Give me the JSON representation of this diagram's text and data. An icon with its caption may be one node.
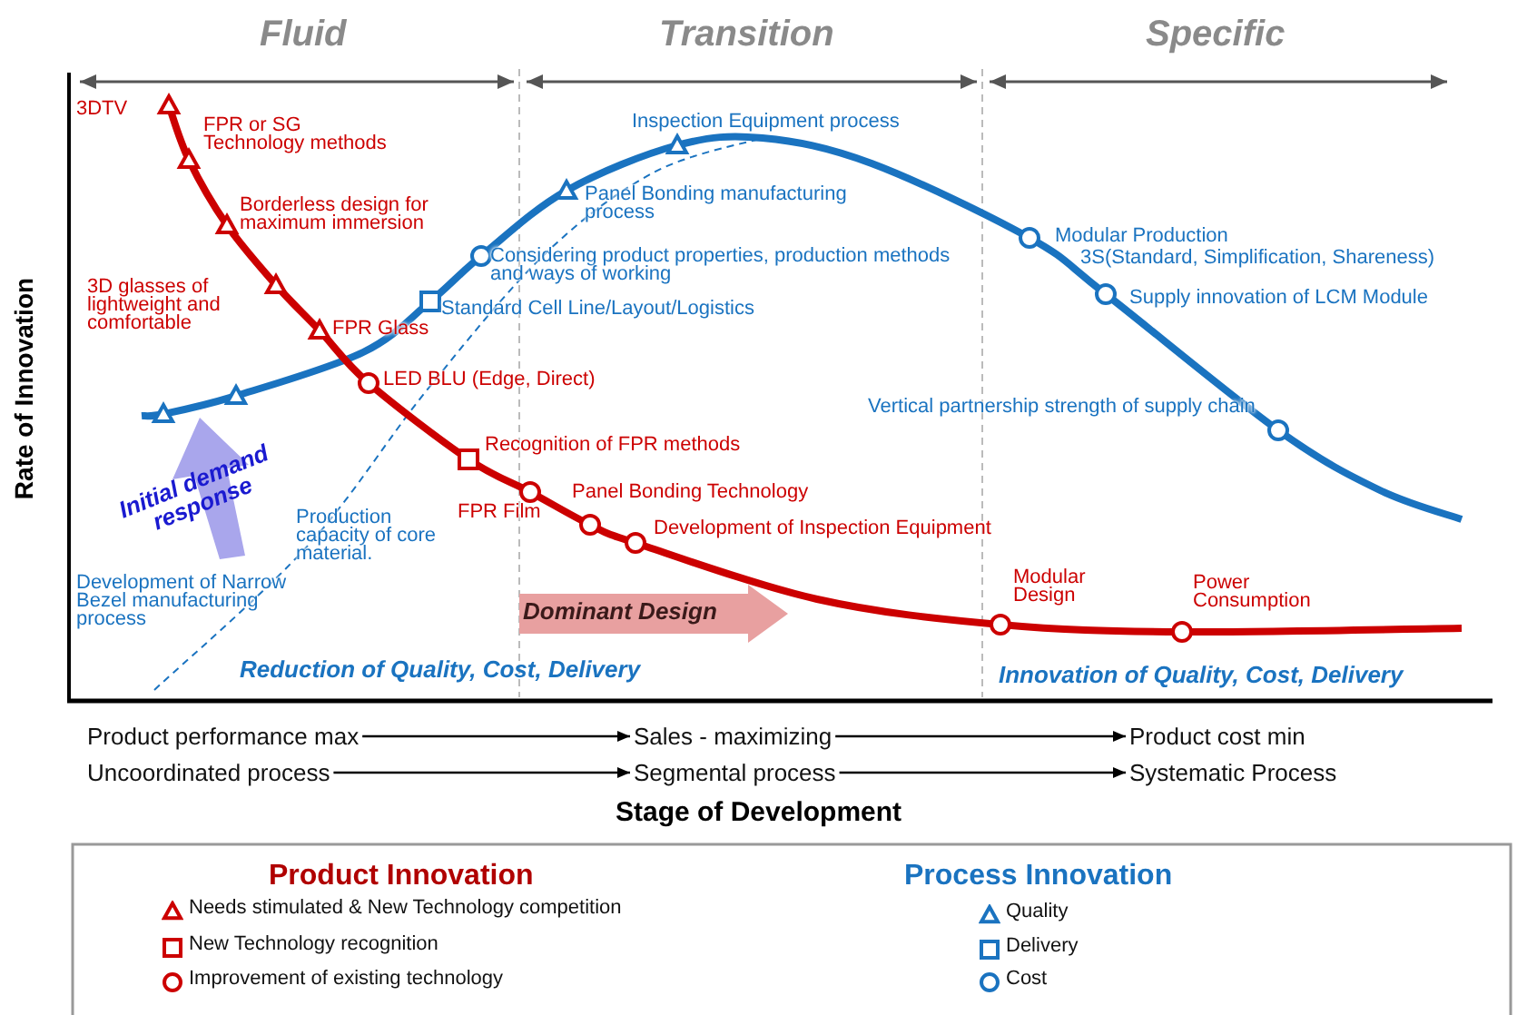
{
  "diagram": {
    "nodes": [
      {
        "text": [
          "Initial demand response"
        ]
      },
      {
        "text": [
          "Dominant Design"
        ]
      },
      {
        "text": [
          "Product performance max"
        ]
      },
      {
        "text": [
          "Sales - maximizing"
        ]
      },
      {
        "text": [
          "Product cost min"
        ]
      },
      {
        "text": [
          "Uncoordinated process"
        ]
      },
      {
        "text": [
          "Segmental process"
        ]
      },
      {
        "text": [
          "Systematic Process"
        ]
      }
    ],
    "edges": [
      {
        "from": 2,
        "to": 3,
        "arrow": "to"
      },
      {
        "from": 3,
        "to": 4,
        "arrow": "to"
      },
      {
        "from": 5,
        "to": 6,
        "arrow": "to"
      },
      {
        "from": 6,
        "to": 7,
        "arrow": "to"
      }
    ],
    "labels": [
      "Fluid",
      "Transition",
      "Specific",
      "3DTV",
      "FPR or SG Technology methods",
      "Inspection Equipment process",
      "Borderless design for maximum immersion",
      "Panel Bonding manufacturing process",
      "Modular Production",
      "3S(Standard, Simplification, Shareness)",
      "Considering product properties, production methods and ways of working",
      "3D glasses of lightweight and comfortable",
      "Supply innovation of LCM Module",
      "Standard Cell Line/Layout/Logistics",
      "FPR Glass",
      "LED BLU (Edge, Direct)",
      "Vertical partnership strength of supply chain",
      "Recognition of FPR methods",
      "Panel Bonding Technology",
      "FPR Film",
      "Production capacity of core material.",
      "Development of Inspection Equipment",
      "Development of Narrow Bezel manufacturing process",
      "Modular Design",
      "Power Consumption",
      "Reduction of Quality, Cost, Delivery",
      "Innovation of Quality, Cost, Delivery",
      "Rate of Innovation",
      "Stage of Development",
      "Product Innovation",
      "Process Innovation"
    ],
    "legend": [
      {
        "text": "Needs stimulated  & New Technology competition"
      },
      {
        "text": "New Technology recognition"
      },
      {
        "text": "Improvement of existing technology"
      },
      {
        "text": "Quality"
      },
      {
        "text": "Delivery"
      },
      {
        "text": "Cost"
      }
    ]
  }
}
